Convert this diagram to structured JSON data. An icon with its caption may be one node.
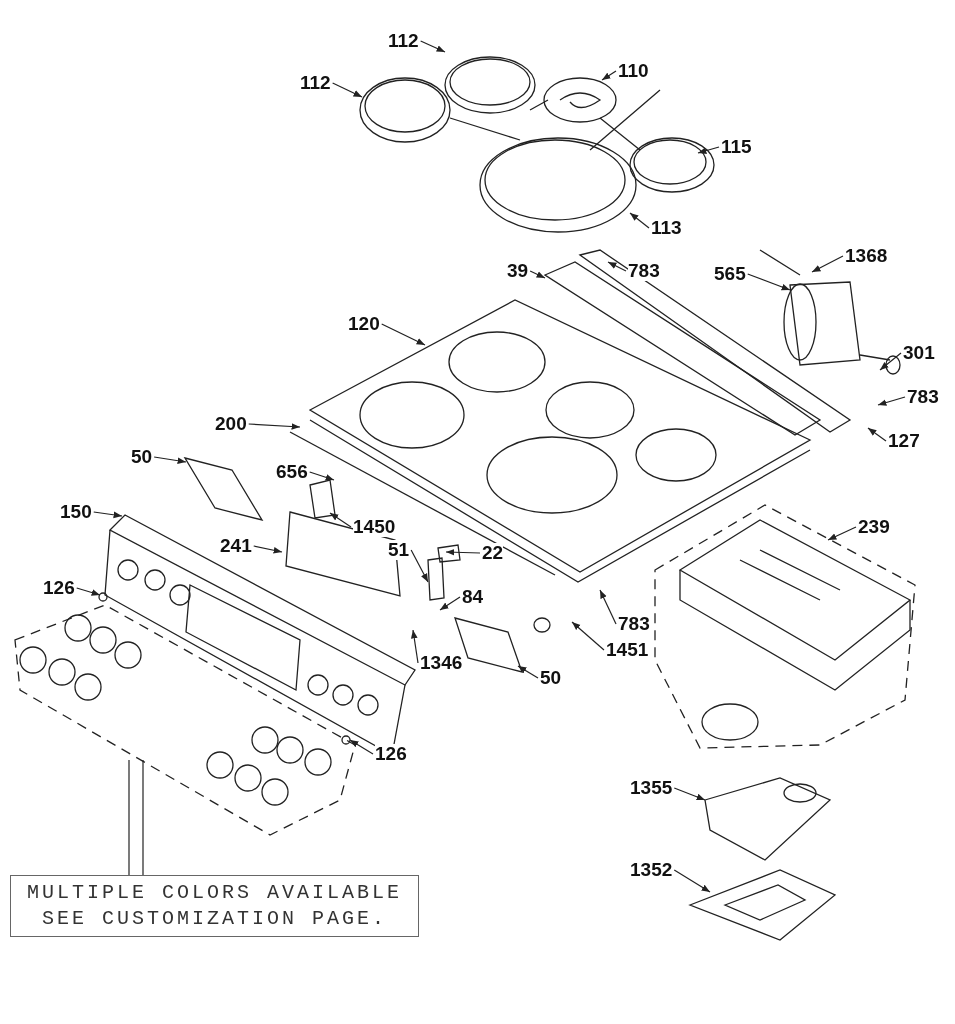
{
  "diagram": {
    "nodes": [
      {
        "text": [
          "112"
        ]
      },
      {
        "text": [
          "110"
        ]
      },
      {
        "text": [
          "112"
        ]
      },
      {
        "text": [
          "115"
        ]
      },
      {
        "text": [
          "113"
        ]
      },
      {
        "text": [
          "1368"
        ]
      },
      {
        "text": [
          "783"
        ]
      },
      {
        "text": [
          "39"
        ]
      },
      {
        "text": [
          "565"
        ]
      },
      {
        "text": [
          "120"
        ]
      },
      {
        "text": [
          "301"
        ]
      },
      {
        "text": [
          "783"
        ]
      },
      {
        "text": [
          "127"
        ]
      },
      {
        "text": [
          "200"
        ]
      },
      {
        "text": [
          "50"
        ]
      },
      {
        "text": [
          "656"
        ]
      },
      {
        "text": [
          "150"
        ]
      },
      {
        "text": [
          "1450"
        ]
      },
      {
        "text": [
          "239"
        ]
      },
      {
        "text": [
          "241"
        ]
      },
      {
        "text": [
          "51"
        ]
      },
      {
        "text": [
          "22"
        ]
      },
      {
        "text": [
          "126"
        ]
      },
      {
        "text": [
          "84"
        ]
      },
      {
        "text": [
          "783"
        ]
      },
      {
        "text": [
          "1451"
        ]
      },
      {
        "text": [
          "1346"
        ]
      },
      {
        "text": [
          "50"
        ]
      },
      {
        "text": [
          "126"
        ]
      },
      {
        "text": [
          "1355"
        ]
      },
      {
        "text": [
          "1352"
        ]
      },
      {
        "text": [
          "MULTIPLE COLORS AVAILABLE SEE CUSTOMIZATION PAGE."
        ]
      }
    ],
    "edges": [
      {
        "from": 0,
        "to": null,
        "arrow": "to"
      },
      {
        "from": 1,
        "to": null,
        "arrow": "to"
      },
      {
        "from": 2,
        "to": null,
        "arrow": "to"
      },
      {
        "from": 3,
        "to": null,
        "arrow": "to"
      },
      {
        "from": 4,
        "to": null,
        "arrow": "to"
      },
      {
        "from": 5,
        "to": null,
        "arrow": "to"
      },
      {
        "from": 6,
        "to": null,
        "arrow": "to"
      },
      {
        "from": 7,
        "to": null,
        "arrow": "to"
      },
      {
        "from": 8,
        "to": null,
        "arrow": "to"
      },
      {
        "from": 9,
        "to": null,
        "arrow": "to"
      },
      {
        "from": 10,
        "to": null,
        "arrow": "to"
      },
      {
        "from": 11,
        "to": null,
        "arrow": "to"
      },
      {
        "from": 12,
        "to": null,
        "arrow": "to"
      },
      {
        "from": 13,
        "to": null,
        "arrow": "to"
      },
      {
        "from": 14,
        "to": null,
        "arrow": "to"
      },
      {
        "from": 15,
        "to": null,
        "arrow": "to"
      },
      {
        "from": 16,
        "to": null,
        "arrow": "to"
      },
      {
        "from": 17,
        "to": null,
        "arrow": "to"
      },
      {
        "from": 18,
        "to": null,
        "arrow": "to"
      },
      {
        "from": 19,
        "to": null,
        "arrow": "to"
      },
      {
        "from": 20,
        "to": null,
        "arrow": "to"
      },
      {
        "from": 21,
        "to": null,
        "arrow": "to"
      },
      {
        "from": 22,
        "to": null,
        "arrow": "to"
      },
      {
        "from": 23,
        "to": null,
        "arrow": "to"
      },
      {
        "from": 24,
        "to": null,
        "arrow": "to"
      },
      {
        "from": 25,
        "to": null,
        "arrow": "to"
      },
      {
        "from": 26,
        "to": null,
        "arrow": "to"
      },
      {
        "from": 27,
        "to": null,
        "arrow": "to"
      },
      {
        "from": 28,
        "to": null,
        "arrow": "to"
      },
      {
        "from": 29,
        "to": null,
        "arrow": "to"
      },
      {
        "from": 30,
        "to": null,
        "arrow": "to"
      },
      {
        "from": 31,
        "to": null,
        "arrow": "none"
      },
      {
        "from": 31,
        "to": null,
        "arrow": "none"
      }
    ]
  }
}
